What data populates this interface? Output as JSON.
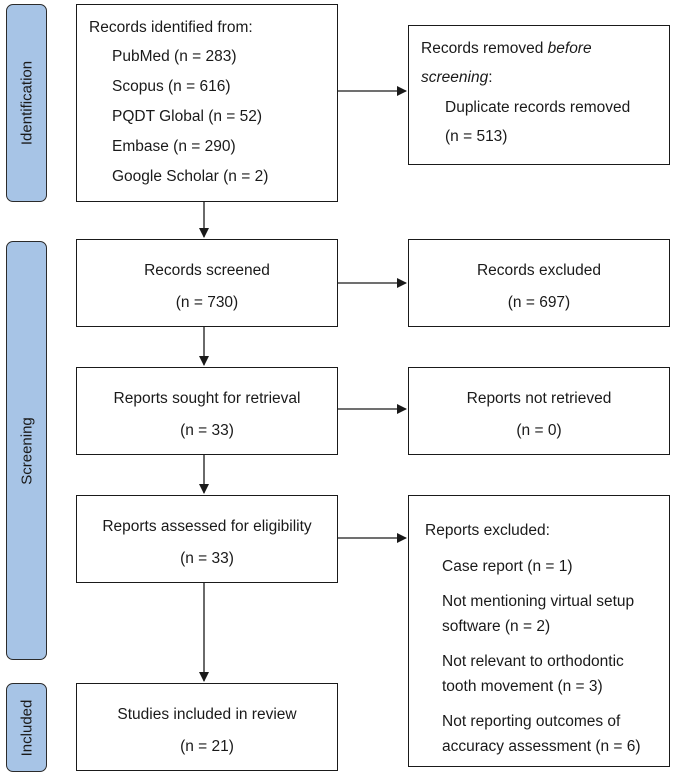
{
  "phases": {
    "identification": "Identification",
    "screening": "Screening",
    "included": "Included"
  },
  "identified": {
    "title": "Records identified from:",
    "sources": [
      "PubMed (n = 283)",
      "Scopus (n = 616)",
      "PQDT Global (n = 52)",
      "Embase (n = 290)",
      "Google Scholar (n = 2)"
    ]
  },
  "removed": {
    "line1": "Records removed ",
    "line1_em": "before",
    "line2_em": "screening",
    "line2": ":",
    "line3": "Duplicate records removed",
    "line4": "(n = 513)"
  },
  "screened": {
    "title": "Records screened",
    "count": "(n = 730)"
  },
  "excluded": {
    "title": "Records excluded",
    "count": "(n = 697)"
  },
  "sought": {
    "title": "Reports sought for retrieval",
    "count": "(n = 33)"
  },
  "not_retrieved": {
    "title": "Reports not retrieved",
    "count": "(n = 0)"
  },
  "assessed": {
    "title": "Reports assessed for eligibility",
    "count": "(n = 33)"
  },
  "reports_excluded": {
    "title": "Reports excluded:",
    "items": [
      [
        "Case report (n = 1)"
      ],
      [
        "Not mentioning virtual setup",
        "software (n = 2)"
      ],
      [
        "Not relevant to orthodontic",
        "tooth movement (n = 3)"
      ],
      [
        "Not reporting outcomes of",
        "accuracy assessment (n = 6)"
      ]
    ]
  },
  "included": {
    "title": "Studies included in review",
    "count": "(n = 21)"
  }
}
